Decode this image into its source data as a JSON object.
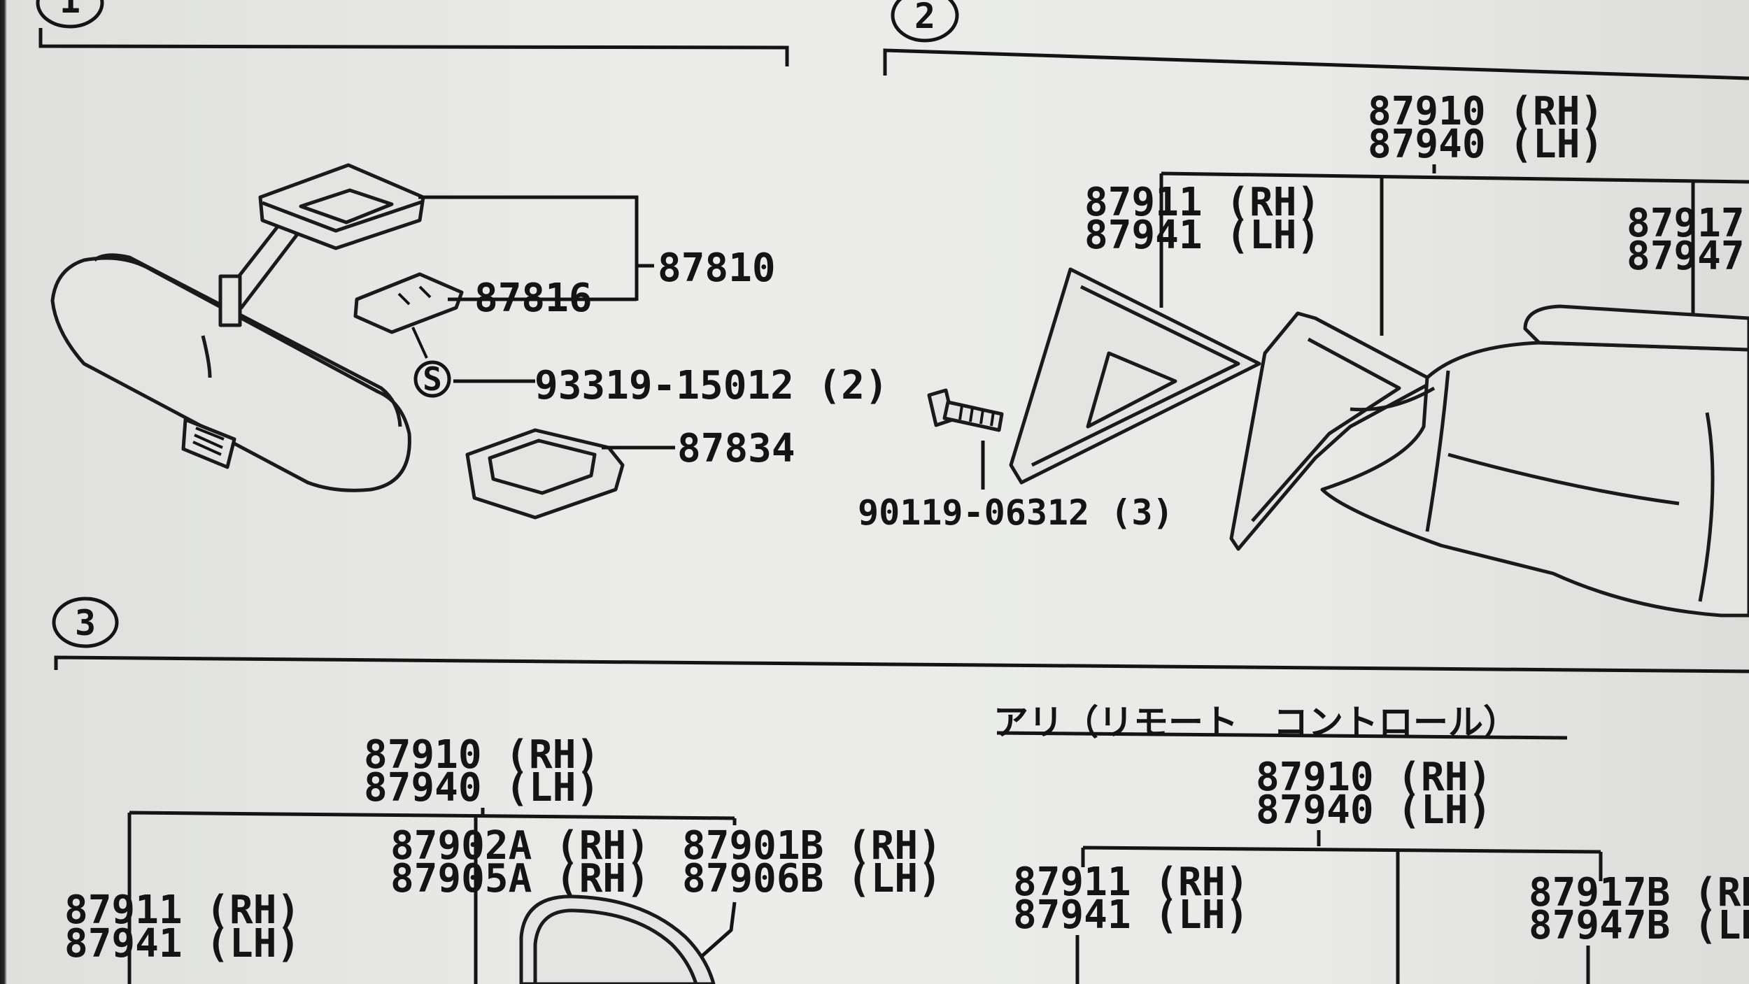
{
  "sections": {
    "s1": {
      "num": "1"
    },
    "s2": {
      "num": "2"
    },
    "s3": {
      "num": "3"
    }
  },
  "s1_parts": {
    "p87810": "87810",
    "p87816": "87816",
    "screw_mark": "S",
    "p93319": "93319-15012 (2)",
    "p87834": "87834"
  },
  "s2_parts": {
    "top1": "87910 (RH)",
    "top2": "87940 (LH)",
    "a1": "87911 (RH)",
    "a2": "87941 (LH)",
    "b1": "87917",
    "b2": "87947",
    "bolt": "90119-06312 (3)"
  },
  "s3_parts": {
    "remote_note": "アリ（リモート　コントロール）",
    "l_top1": "87910 (RH)",
    "l_top2": "87940 (LH)",
    "l_a1": "87902A (RH)",
    "l_a2": "87905A (RH)",
    "l_b1": "87901B (RH)",
    "l_b2": "87906B (LH)",
    "l_c1": "87911 (RH)",
    "l_c2": "87941 (LH)",
    "r_top1": "87910 (RH)",
    "r_top2": "87940 (LH)",
    "r_a1": "87911 (RH)",
    "r_a2": "87941 (LH)",
    "r_b1": "87917B (RH",
    "r_b2": "87947B (LH"
  }
}
